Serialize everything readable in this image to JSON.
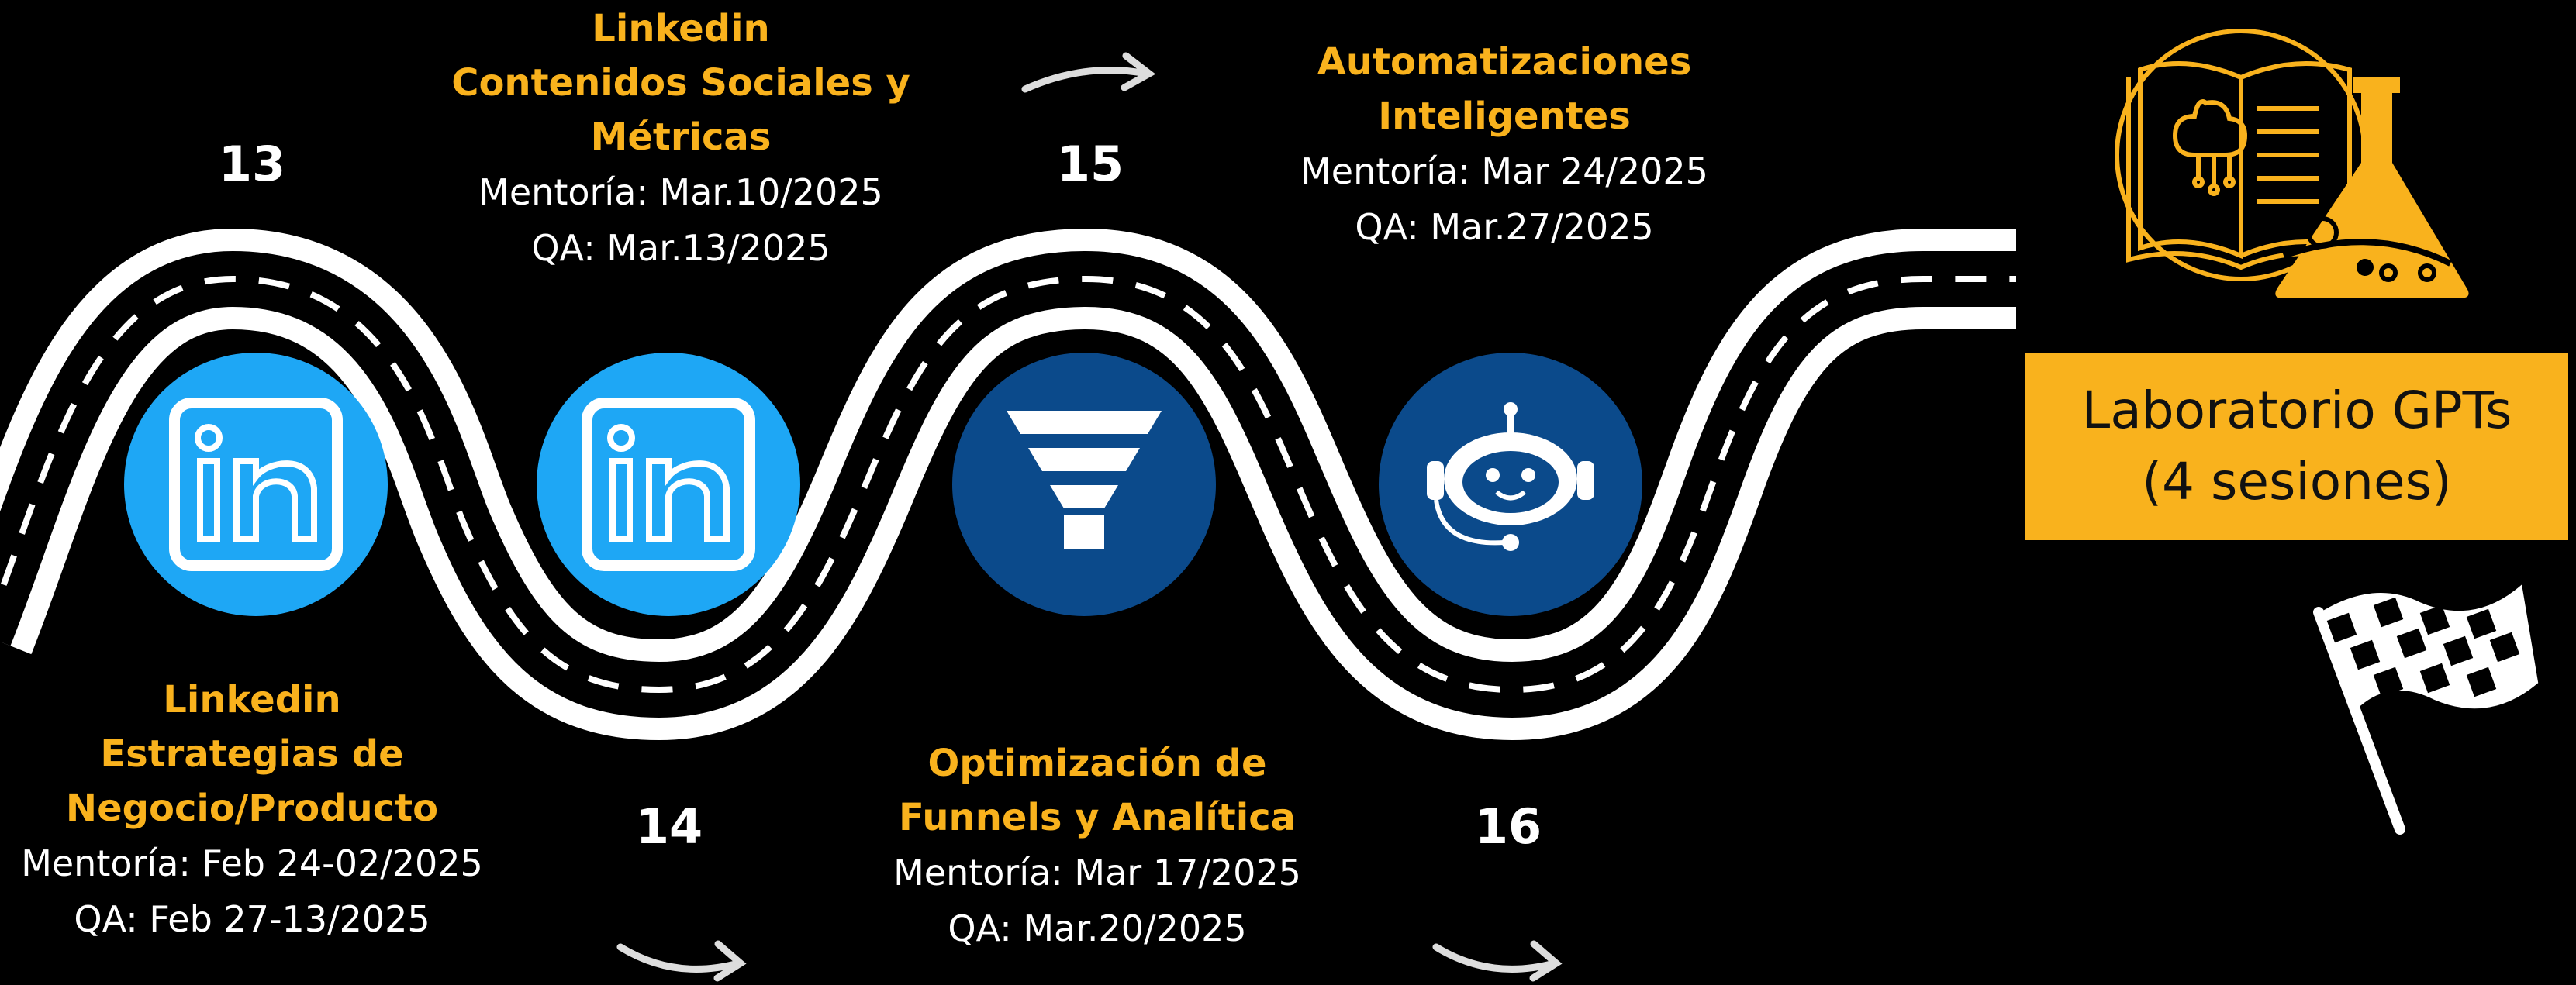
{
  "steps": [
    {
      "num": "13",
      "title": [
        "Linkedin",
        "Estrategias de",
        "Negocio/Producto"
      ],
      "mentoria": "Mentoría: Feb 24-02/2025",
      "qa": "QA: Feb 27-13/2025",
      "icon": "linkedin-icon"
    },
    {
      "num": "14",
      "title": [
        "Linkedin",
        "Contenidos Sociales y",
        "Métricas"
      ],
      "mentoria": "Mentoría: Mar.10/2025",
      "qa": "QA: Mar.13/2025",
      "icon": "linkedin-icon"
    },
    {
      "num": "15",
      "title": [
        "Optimización de",
        "Funnels y Analítica"
      ],
      "mentoria": "Mentoría: Mar 17/2025",
      "qa": "QA: Mar.20/2025",
      "icon": "funnel-icon"
    },
    {
      "num": "16",
      "title": [
        "Automatizaciones",
        "Inteligentes"
      ],
      "mentoria": "Mentoría: Mar 24/2025",
      "qa": "QA: Mar.27/2025",
      "icon": "robot-icon"
    }
  ],
  "lab": {
    "line1": "Laboratorio GPTs",
    "line2": "(4 sesiones)"
  },
  "colors": {
    "accent": "#f9b21d",
    "linkedin": "#1ea7f5",
    "dark_blue": "#0b4a8b",
    "road": "#ffffff"
  }
}
